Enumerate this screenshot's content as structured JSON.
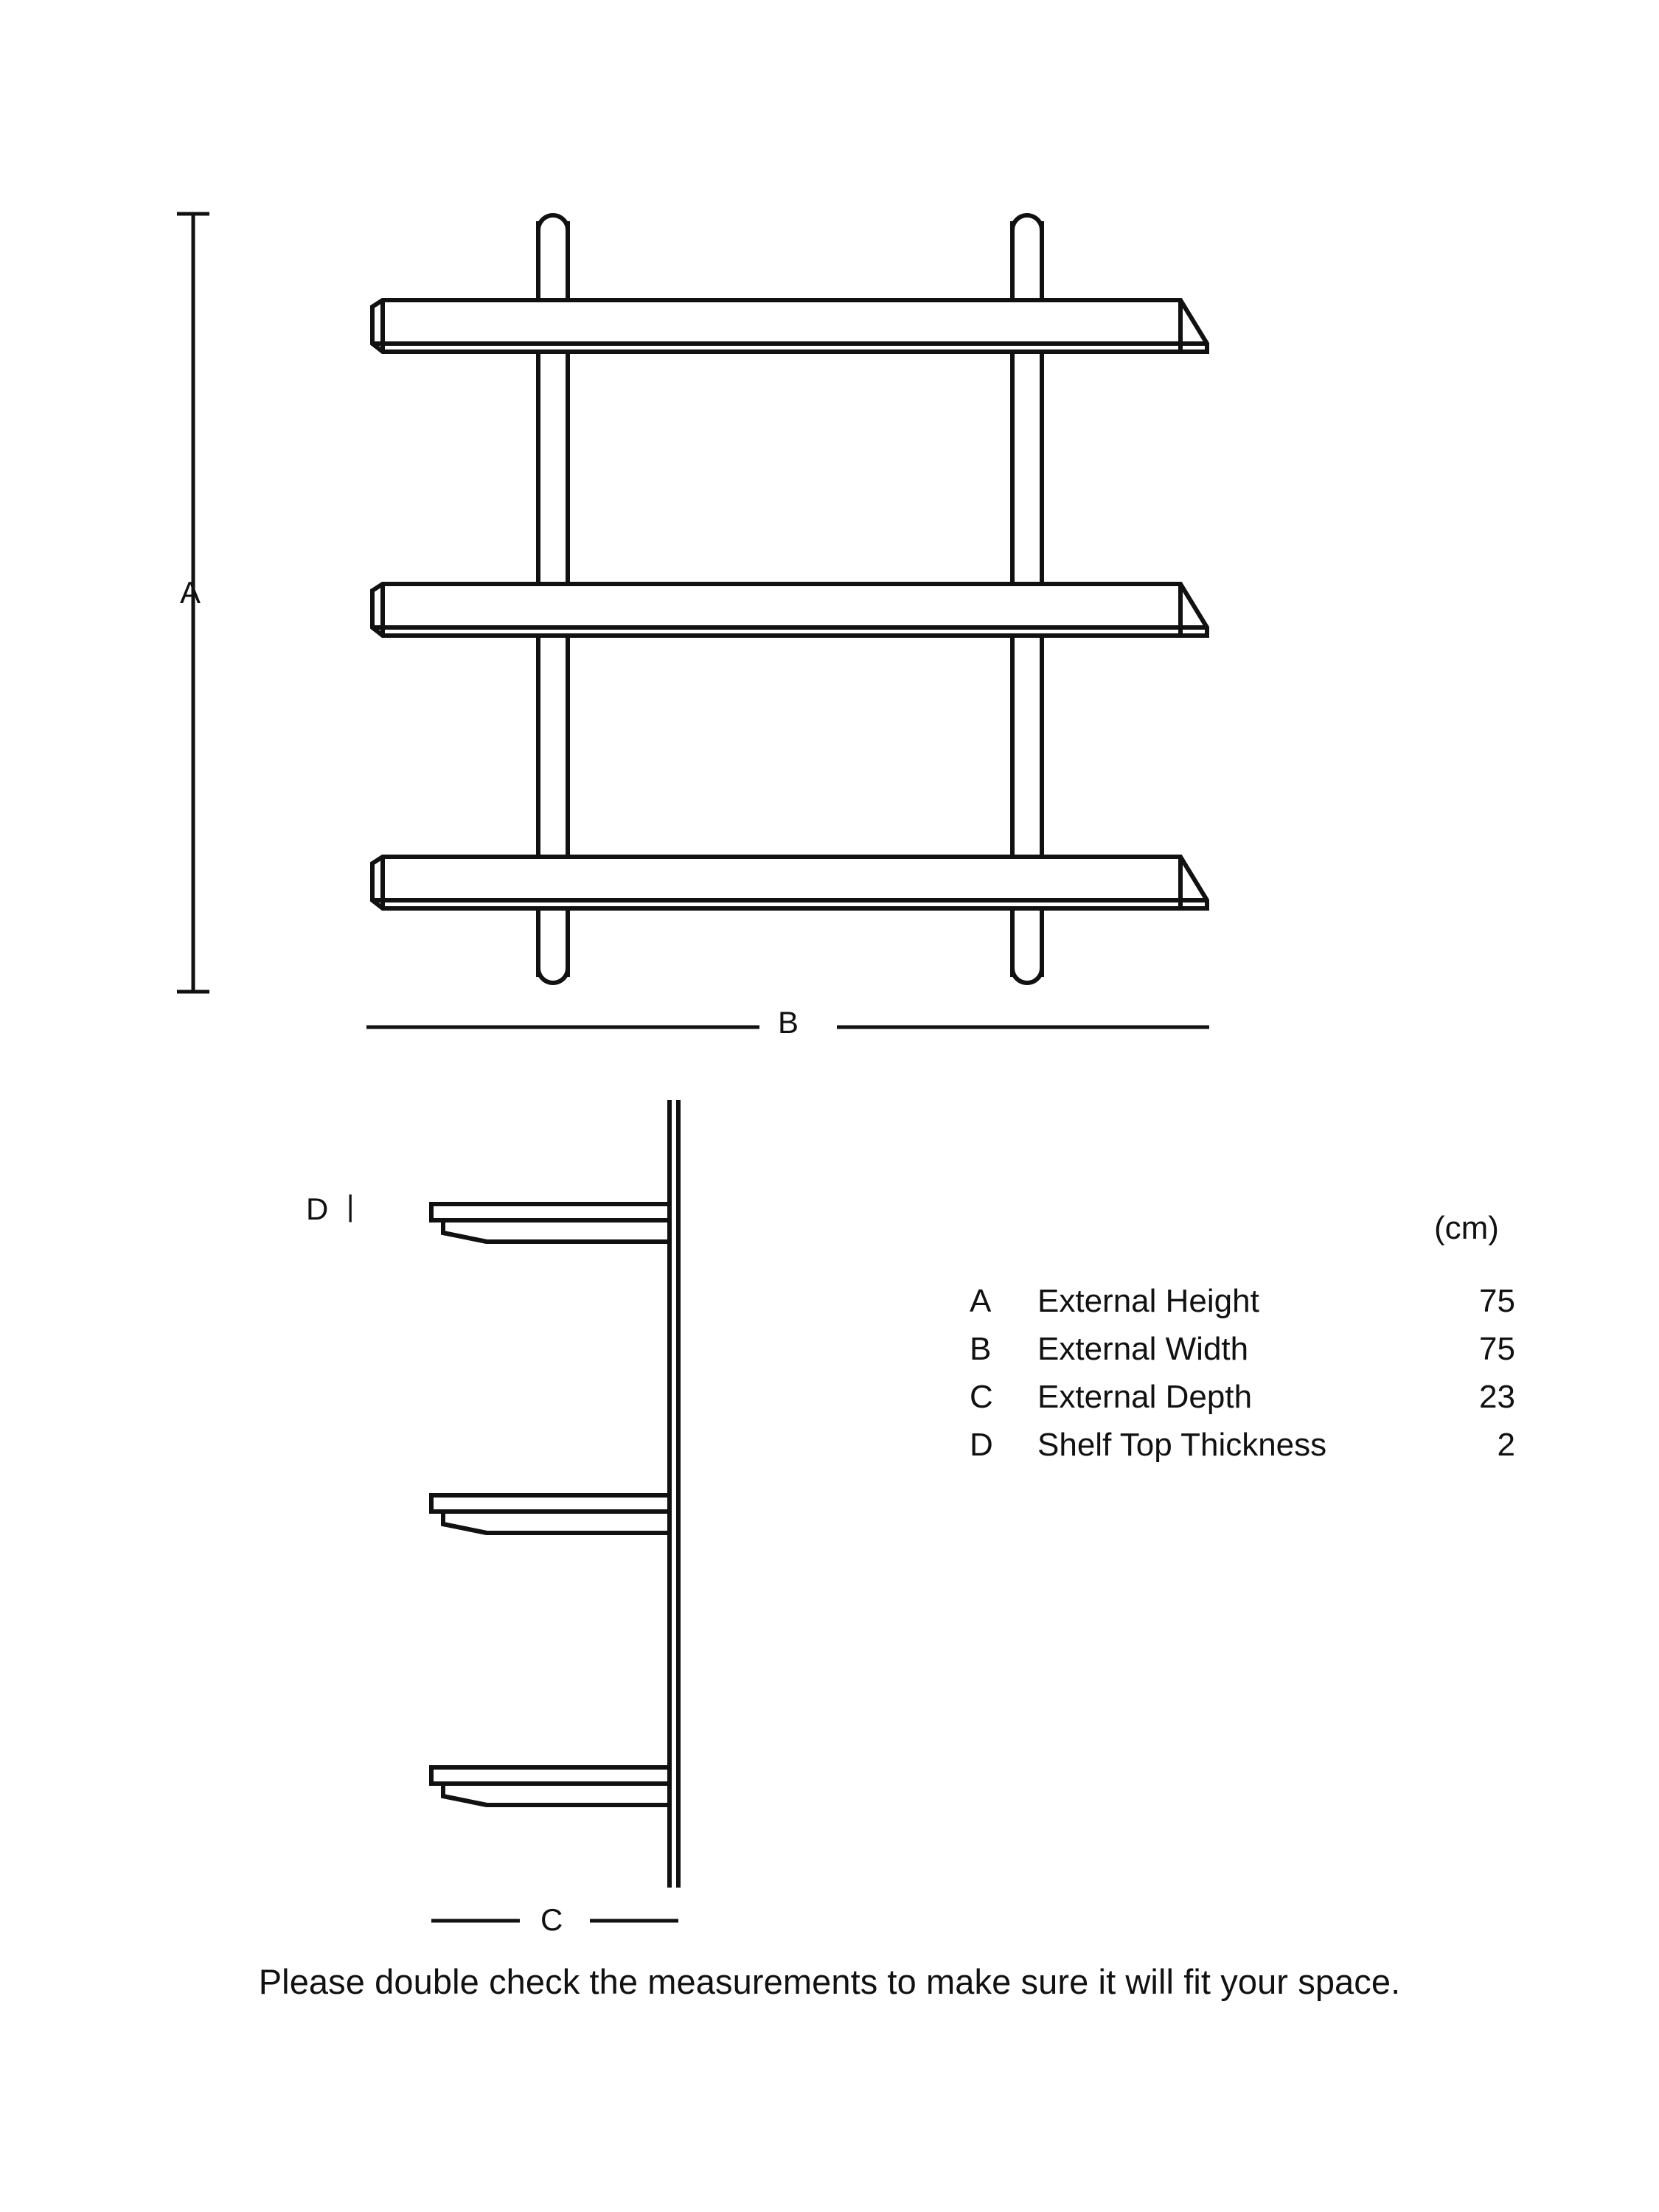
{
  "diagram": {
    "front_view": {
      "dim_label_height": "A",
      "dim_label_width": "B"
    },
    "side_view": {
      "dim_label_depth": "C",
      "dim_label_thickness": "D"
    }
  },
  "spec": {
    "unit": "(cm)",
    "rows": [
      {
        "key": "A",
        "name": "External Height",
        "value": "75"
      },
      {
        "key": "B",
        "name": "External Width",
        "value": "75"
      },
      {
        "key": "C",
        "name": "External Depth",
        "value": "23"
      },
      {
        "key": "D",
        "name": "Shelf Top Thickness",
        "value": "2"
      }
    ]
  },
  "footnote": "Please double check the measurements to make sure it will fit your space."
}
